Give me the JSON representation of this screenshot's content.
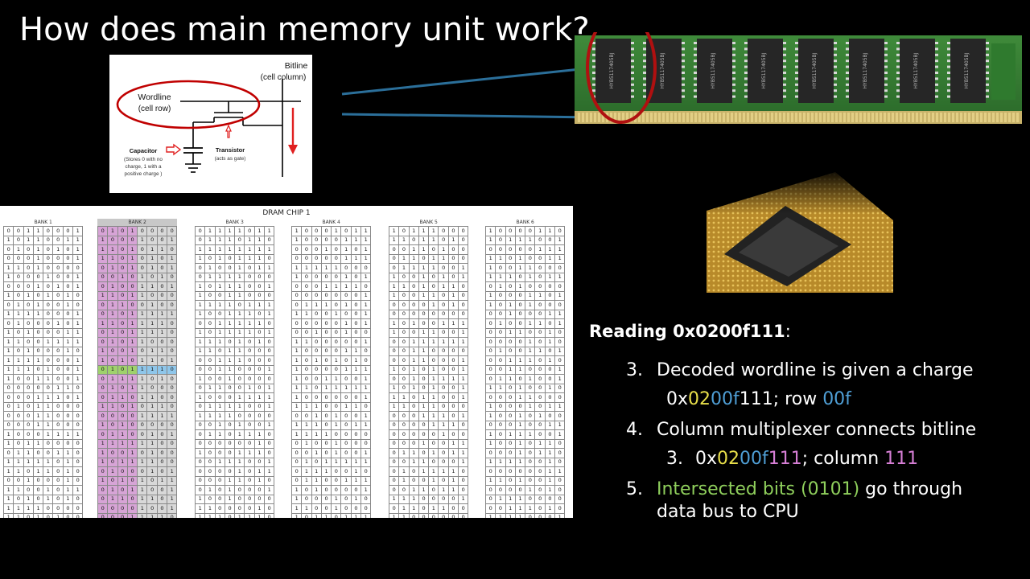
{
  "title": "How does main memory unit work?",
  "cell_diagram": {
    "bitline": "Bitline",
    "bitline_sub": "(cell column)",
    "wordline": "Wordline",
    "wordline_sub": "(cell row)",
    "capacitor": "Capacitor",
    "capacitor_desc_1": "(Stores 0 with no",
    "capacitor_desc_2": "charge, 1 with a",
    "capacitor_desc_3": "positive charge )",
    "transistor": "Transistor",
    "transistor_desc": "(acts as gate)"
  },
  "ram_stick": {
    "chip_label": "HYB5117405BJ",
    "chip_count": 8
  },
  "dram": {
    "title": "DRAM CHIP 1",
    "banks": [
      "BANK 1",
      "BANK 2",
      "BANK 3",
      "BANK 4",
      "BANK 5",
      "BANK 6"
    ],
    "rows": 34,
    "cols": 8,
    "highlight": {
      "bank_index": 1,
      "row_index": 15,
      "row_bits": "01011110",
      "column_bits": [
        0,
        1,
        2
      ],
      "colors": {
        "column": "#d7a4d6",
        "row_left": "#9fd16c",
        "row_right": "#8ec6ea",
        "header": "#c8c8c8"
      }
    },
    "seed": 12345
  },
  "steps": {
    "reading_label": "Reading 0x0200f111",
    "reading_colon": ":",
    "s1_num": "3.",
    "s1_text": "Decoded wordline is given a charge",
    "s1_sub": {
      "p1": "0x",
      "p2": "02",
      "p3": "00f",
      "p4": "111; row ",
      "p5": "00f"
    },
    "s2_num": "4.",
    "s2_text": "Column multiplexer connects bitline",
    "s3_num": "3.",
    "s3_sub": {
      "p1": "0x",
      "p2": "02",
      "p3": "00f",
      "p4": "111",
      "p5": "; column ",
      "p6": "111"
    },
    "s4_num": "5.",
    "s4_text_green": "Intersected bits (0101)",
    "s4_text_rest": " go through",
    "s4_line2": "data bus to CPU"
  },
  "colors": {
    "yellow": "#e8df4a",
    "blue": "#4f9fd6",
    "pink": "#d77fd6",
    "green": "#8fcf5c",
    "leader": "#2b6f9a",
    "circle": "#b01010"
  }
}
